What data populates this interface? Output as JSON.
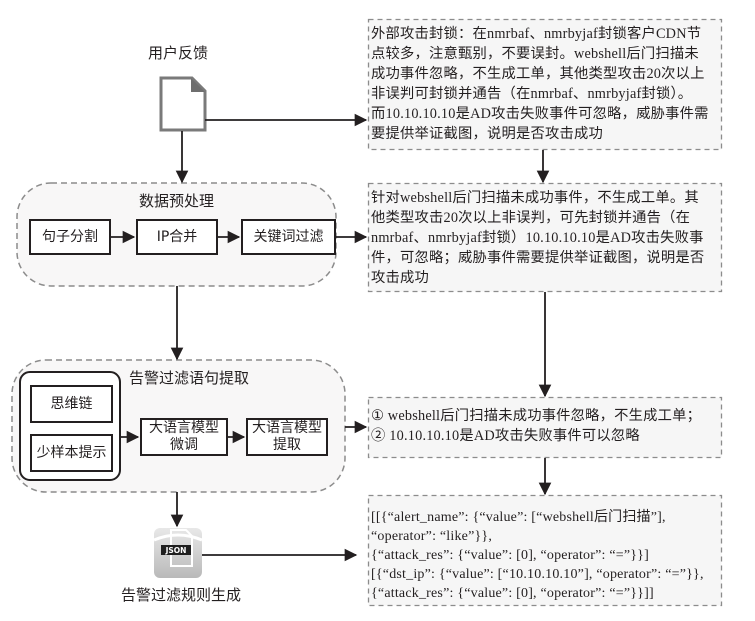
{
  "input": {
    "label": "用户反馈",
    "icon": "document-icon"
  },
  "preprocessing": {
    "title": "数据预处理",
    "steps": [
      "句子分割",
      "IP合并",
      "关键词过滤"
    ]
  },
  "extraction": {
    "title": "告警过滤语句提取",
    "prompt_methods": [
      "思维链",
      "少样本提示"
    ],
    "model_finetune": [
      "大语言模型",
      "微调"
    ],
    "model_extract": [
      "大语言模型",
      "提取"
    ]
  },
  "output": {
    "label": "告警过滤规则生成",
    "icon_text": "JSON",
    "icon": "json-file-icon"
  },
  "examples": {
    "raw_feedback": [
      "外部攻击封锁：在nmrbaf、nmrbyjaf封锁客户CDN节",
      "点较多，注意甄别，不要误封。webshell后门扫描未",
      "成功事件忽略，不生成工单，其他类型攻击20次以上",
      "非误判可封锁并通告（在nmrbaf、nmrbyjaf封锁）。",
      "而10.10.10.10是AD攻击失败事件可忽略，威胁事件需",
      "要提供举证截图，说明是否攻击成功"
    ],
    "preprocessed": [
      "针对webshell后门扫描未成功事件，不生成工单。其",
      "他类型攻击20次以上非误判，可先封锁并通告（在",
      "nmrbaf、nmrbyjaf封锁）10.10.10.10是AD攻击失败事",
      "件，可忽略；威胁事件需要提供举证截图，说明是否",
      "攻击成功"
    ],
    "extracted": [
      "① webshell后门扫描未成功事件忽略，不生成工单；",
      "② 10.10.10.10是AD攻击失败事件可以忽略"
    ],
    "rules": [
      "[[{“alert_name”: {“value”: [“webshell后门扫描”],",
      "“operator”: “like”}},",
      "{“attack_res”: {“value”: [0], “operator”: “=”}}]",
      "[{“dst_ip”: {“value”: [“10.10.10.10”], “operator”: “=”}},",
      "{“attack_res”: {“value”: [0], “operator”: “=”}}]]"
    ]
  },
  "colors": {
    "line": "#231f20",
    "dashed_border": "#8c8c8c",
    "example_fill": "#f6f6f6",
    "group_fill": "#f8f7f7",
    "doc_icon_stroke": "#7a7a7a"
  }
}
